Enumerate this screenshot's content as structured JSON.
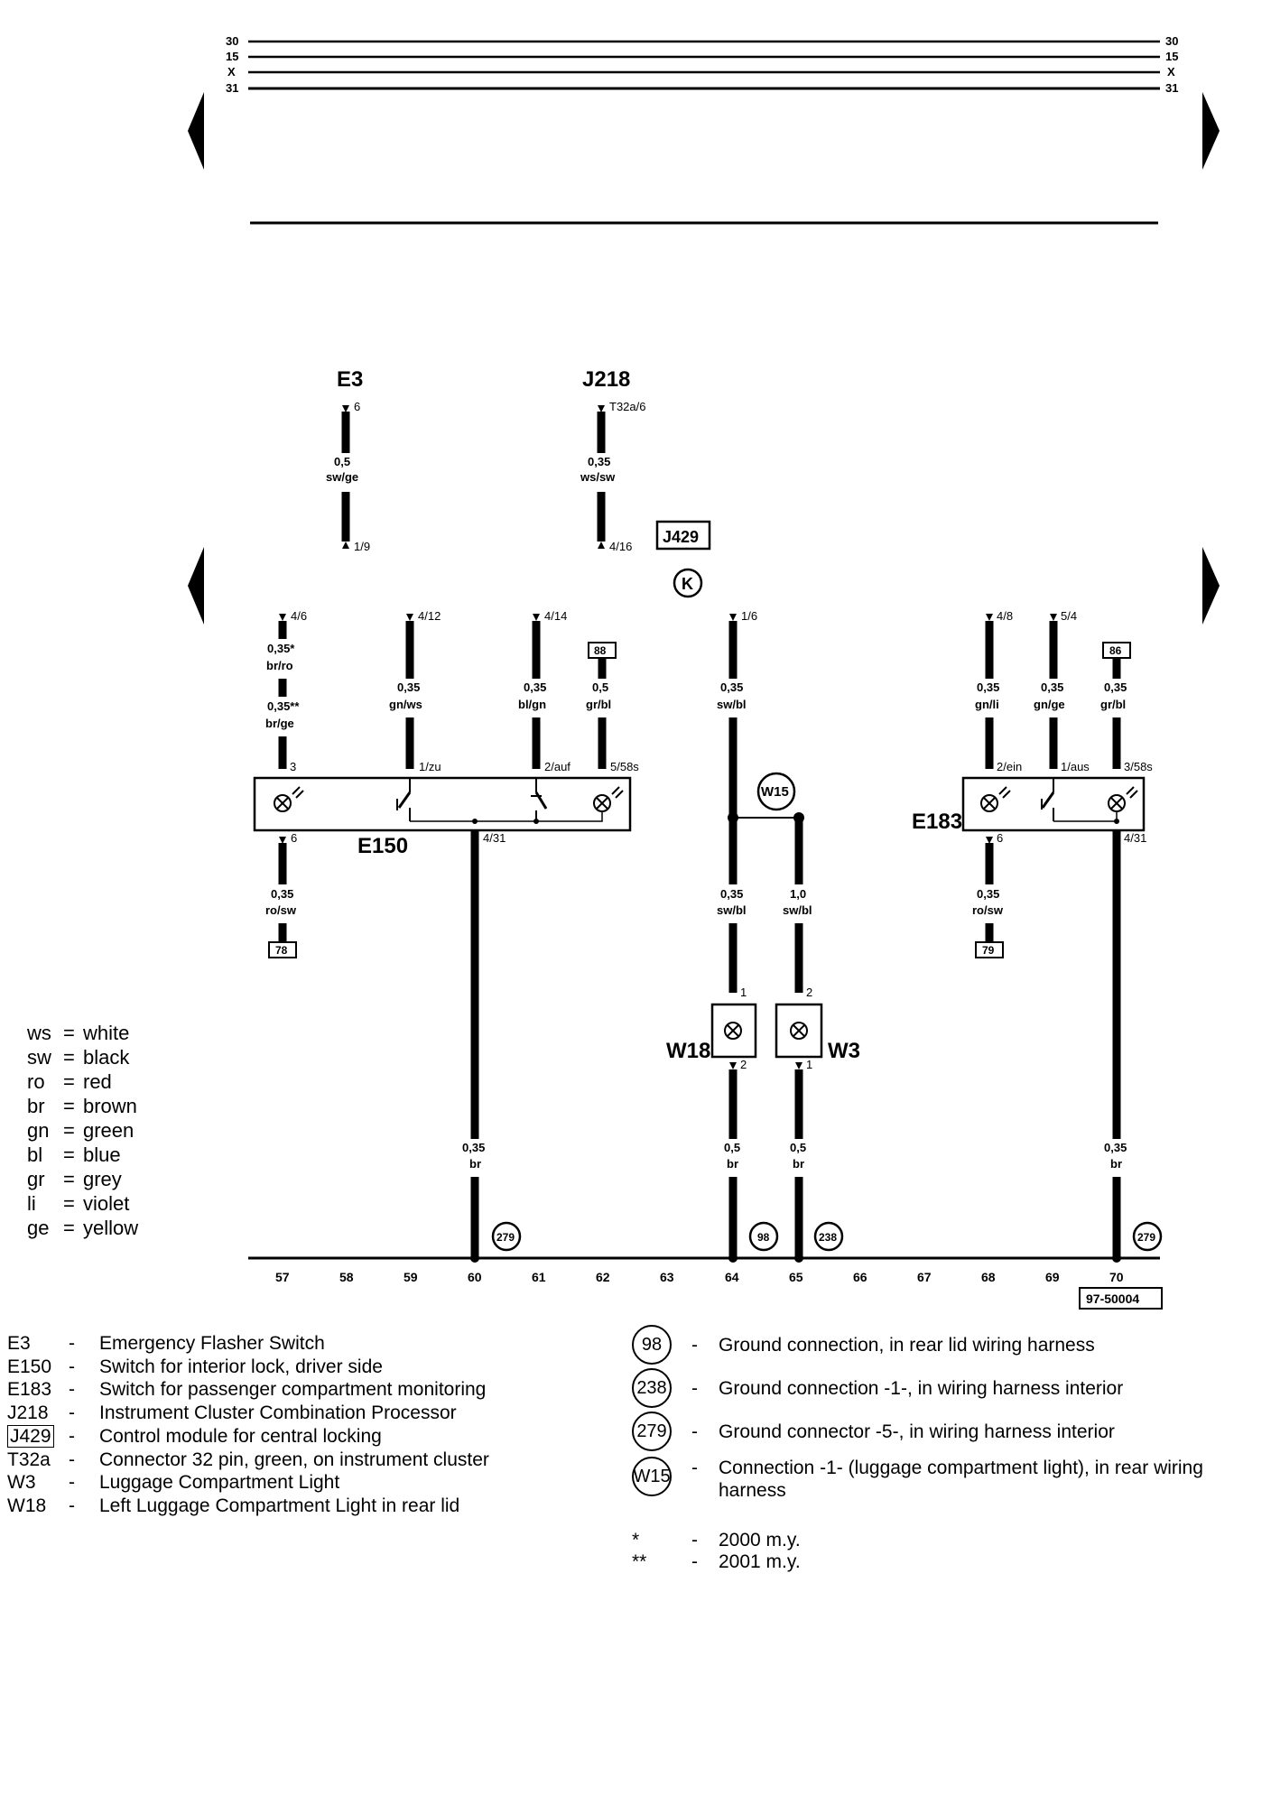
{
  "rails": [
    "30",
    "15",
    "X",
    "31"
  ],
  "components": {
    "e3": "E3",
    "j218": "J218",
    "j429": "J429",
    "e150": "E150",
    "e183": "E183",
    "w15": "W15",
    "w18": "W18",
    "w3": "W3",
    "k_symbol": "K"
  },
  "pins": {
    "e3_6": "6",
    "e3_1_9": "1/9",
    "j218_t32a6": "T32a/6",
    "j218_4_16": "4/16",
    "p4_6": "4/6",
    "p4_12": "4/12",
    "p4_14": "4/14",
    "p1_6": "1/6",
    "p4_8": "4/8",
    "p5_4": "5/4",
    "ref_88": "88",
    "ref_86": "86",
    "ref_78": "78",
    "ref_79": "79",
    "e150_3": "3",
    "e150_1zu": "1/zu",
    "e150_2auf": "2/auf",
    "e150_5_58s": "5/58s",
    "e150_6": "6",
    "e150_4_31": "4/31",
    "e183_2ein": "2/ein",
    "e183_1aus": "1/aus",
    "e183_3_58s": "3/58s",
    "e183_6": "6",
    "e183_4_31": "4/31",
    "w18_1": "1",
    "w18_2": "2",
    "w3_2": "2",
    "w3_1": "1"
  },
  "wires": {
    "e3": [
      "0,5",
      "sw/ge"
    ],
    "j218": [
      "0,35",
      "ws/sw"
    ],
    "a1": [
      "0,35*",
      "br/ro"
    ],
    "a2": [
      "0,35**",
      "br/ge"
    ],
    "b": [
      "0,35",
      "gn/ws"
    ],
    "c": [
      "0,35",
      "bl/gn"
    ],
    "d": [
      "0,5",
      "gr/bl"
    ],
    "e": [
      "0,35",
      "sw/bl"
    ],
    "f": [
      "0,35",
      "gn/li"
    ],
    "g": [
      "0,35",
      "gn/ge"
    ],
    "h": [
      "0,35",
      "gr/bl"
    ],
    "i": [
      "0,35",
      "ro/sw"
    ],
    "j": [
      "0,35",
      "sw/bl"
    ],
    "k": [
      "1,0",
      "sw/bl"
    ],
    "l": [
      "0,35",
      "ro/sw"
    ],
    "m": [
      "0,35",
      "br"
    ],
    "n": [
      "0,5",
      "br"
    ],
    "o": [
      "0,5",
      "br"
    ],
    "p": [
      "0,35",
      "br"
    ]
  },
  "grounds": {
    "g60": "279",
    "g64": "98",
    "g65": "238",
    "g70": "279"
  },
  "tracks": [
    "57",
    "58",
    "59",
    "60",
    "61",
    "62",
    "63",
    "64",
    "65",
    "66",
    "67",
    "68",
    "69",
    "70"
  ],
  "diagram_code": "97-50004",
  "color_legend": [
    {
      "code": "ws",
      "name": "white"
    },
    {
      "code": "sw",
      "name": "black"
    },
    {
      "code": "ro",
      "name": "red"
    },
    {
      "code": "br",
      "name": "brown"
    },
    {
      "code": "gn",
      "name": "green"
    },
    {
      "code": "bl",
      "name": "blue"
    },
    {
      "code": "gr",
      "name": "grey"
    },
    {
      "code": "li",
      "name": "violet"
    },
    {
      "code": "ge",
      "name": "yellow"
    }
  ],
  "component_list": [
    {
      "code": "E3",
      "desc": "Emergency Flasher Switch"
    },
    {
      "code": "E150",
      "desc": "Switch for interior lock, driver side"
    },
    {
      "code": "E183",
      "desc": "Switch for passenger compartment monitoring"
    },
    {
      "code": "J218",
      "desc": "Instrument Cluster Combination Processor"
    },
    {
      "code": "J429",
      "desc": "Control module for central locking",
      "boxed": true
    },
    {
      "code": "T32a",
      "desc": "Connector 32 pin, green, on instrument cluster"
    },
    {
      "code": "W3",
      "desc": "Luggage Compartment Light"
    },
    {
      "code": "W18",
      "desc": "Left Luggage Compartment Light in rear lid"
    }
  ],
  "ground_list": [
    {
      "code": "98",
      "desc": "Ground connection, in rear lid wiring harness"
    },
    {
      "code": "238",
      "desc": "Ground connection -1-, in wiring harness interior"
    },
    {
      "code": "279",
      "desc": "Ground connector -5-, in wiring harness interior"
    },
    {
      "code": "W15",
      "desc": "Connection -1- (luggage compartment light), in rear wiring harness"
    }
  ],
  "notes": [
    {
      "sym": "*",
      "text": "2000 m.y."
    },
    {
      "sym": "**",
      "text": "2001 m.y."
    }
  ]
}
